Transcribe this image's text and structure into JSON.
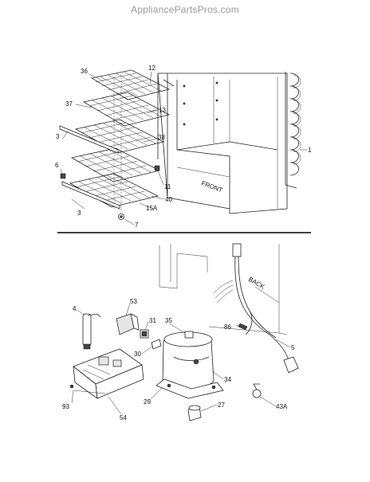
{
  "watermark": "AppliancePartsPros.com",
  "top_section": {
    "cabinet_text": "FRONT",
    "callouts": [
      "36",
      "12",
      "37",
      "13",
      "38",
      "3",
      "1",
      "6",
      "11",
      "40",
      "15A",
      "3",
      "7"
    ]
  },
  "bottom_section": {
    "wiring_text": "BACK",
    "callouts": [
      "4",
      "53",
      "35",
      "31",
      "86",
      "30",
      "5",
      "34",
      "93",
      "29",
      "54",
      "27",
      "43A"
    ]
  }
}
